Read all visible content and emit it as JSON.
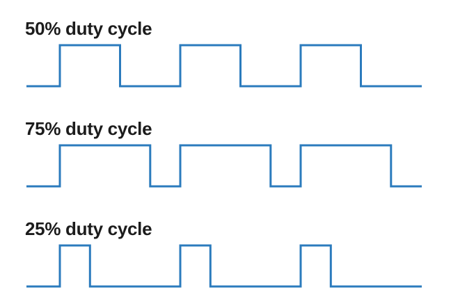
{
  "waveforms": [
    {
      "label": "50% duty cycle",
      "duty": 0.5,
      "cycles": 3
    },
    {
      "label": "75% duty cycle",
      "duty": 0.75,
      "cycles": 3
    },
    {
      "label": "25% duty cycle",
      "duty": 0.25,
      "cycles": 3
    }
  ],
  "colors": {
    "wave": "#2b7bbd",
    "text": "#1c1c1c",
    "background": "#ffffff"
  }
}
